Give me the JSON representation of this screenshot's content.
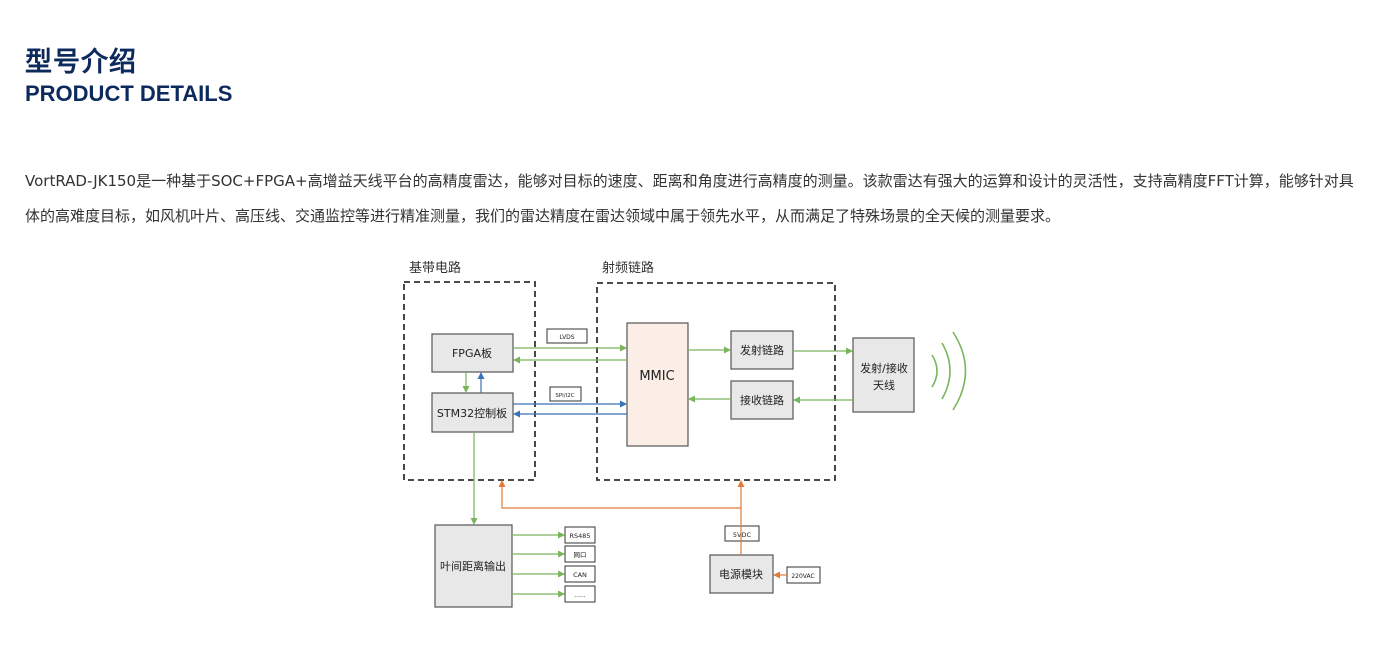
{
  "section": {
    "title_cn": "型号介绍",
    "title_en": "PRODUCT DETAILS"
  },
  "description": "VortRAD-JK150是一种基于SOC+FPGA+高增益天线平台的高精度雷达，能够对目标的速度、距离和角度进行高精度的测量。该款雷达有强大的运算和设计的灵活性，支持高精度FFT计算，能够针对具体的高难度目标，如风机叶片、高压线、交通监控等进行精准测量，我们的雷达精度在雷达领域中属于领先水平，从而满足了特殊场景的全天候的测量要求。",
  "diagram": {
    "group_baseband": "基带电路",
    "group_rf": "射频链路",
    "fpga": "FPGA板",
    "stm32": "STM32控制板",
    "mmic": "MMIC",
    "tx_chain": "发射链路",
    "rx_chain": "接收链路",
    "antenna_line1": "发射/接收",
    "antenna_line2": "天线",
    "output": "叶间距离输出",
    "power": "电源模块",
    "lvds": "LVDS",
    "spi_i2c": "SPI/I2C",
    "vdc": "5VDC",
    "vac": "220VAC",
    "rs485": "RS485",
    "net_port": "网口",
    "can": "CAN",
    "more": "......"
  },
  "colors": {
    "heading": "#0d2a5c",
    "body_text": "#333333",
    "green_signal": "#7ab55c",
    "blue_signal": "#3a72b8",
    "orange_power": "#e07b39",
    "box_fill": "#e8e8e8",
    "mmic_fill": "#fbeee6"
  }
}
